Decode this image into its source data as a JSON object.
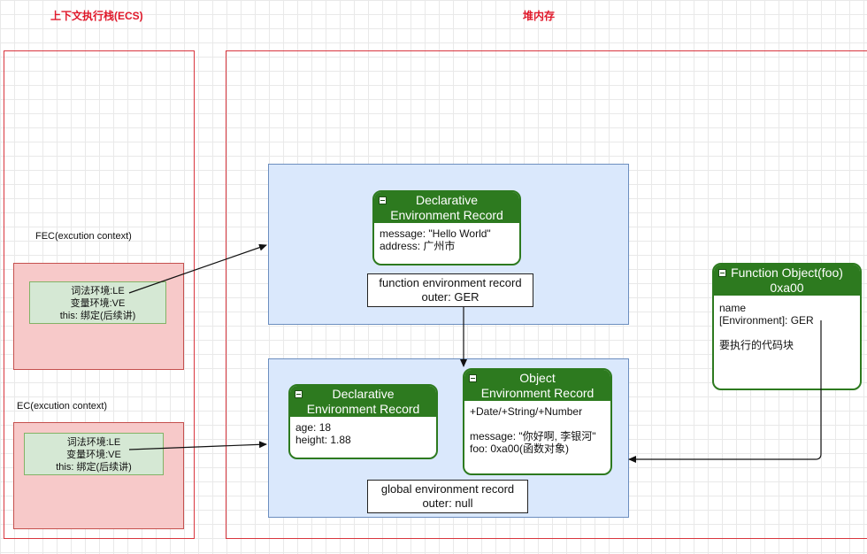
{
  "titles": {
    "ecs": "上下文执行栈(ECS)",
    "heap": "堆内存"
  },
  "fec": {
    "label": "FEC(excution context)",
    "lines": [
      "词法环境:LE",
      "变量环境:VE",
      "this: 绑定(后续讲)"
    ]
  },
  "ec": {
    "label": "EC(excution context)",
    "lines": [
      "词法环境:LE",
      "变量环境:VE",
      "this: 绑定(后续讲)"
    ]
  },
  "function_env": {
    "declarative": {
      "title": [
        "Declarative",
        "Environment Record"
      ],
      "lines": [
        "message: \"Hello World\"",
        "address: 广州市"
      ]
    },
    "record_label": [
      "function environment record",
      "outer: GER"
    ]
  },
  "global_env": {
    "declarative": {
      "title": [
        "Declarative",
        "Environment Record"
      ],
      "lines": [
        "age: 18",
        "height: 1.88"
      ]
    },
    "object": {
      "title": [
        "Object",
        "Environment Record"
      ],
      "lines": [
        "+Date/+String/+Number",
        "",
        "message: \"你好啊, 李银河\"",
        "foo: 0xa00(函数对象)"
      ]
    },
    "record_label": [
      "global environment record",
      "outer: null"
    ]
  },
  "function_object": {
    "title": [
      "Function Object(foo)",
      "0xa00"
    ],
    "lines": [
      "name",
      "[Environment]: GER",
      "",
      "要执行的代码块"
    ]
  },
  "colors": {
    "title_red": "#e0192b",
    "frame_red": "#d9363e",
    "pink": "#f7c9c9",
    "green_box": "#d5e8d4",
    "blue_region": "#dae8fc",
    "record_green": "#2d7a1f"
  }
}
